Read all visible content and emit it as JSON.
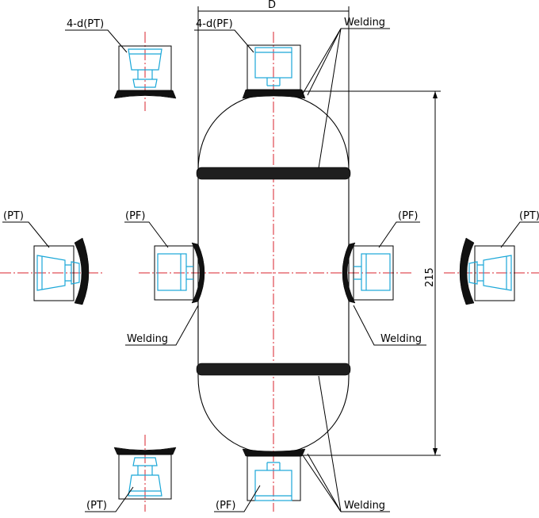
{
  "labels": {
    "top_left_fitting": "4-d(PT)",
    "top_center_fitting": "4-d(PF)",
    "welding_top": "Welding",
    "left_outer": "(PT)",
    "left_inner": "(PF)",
    "right_inner": "(PF)",
    "right_outer": "(PT)",
    "welding_left": "Welding",
    "welding_right": "Welding",
    "bottom_left": "(PT)",
    "bottom_center": "(PF)",
    "welding_bottom": "Welding",
    "height_dimension": "215",
    "top_dimension": "D"
  },
  "colors": {
    "line": "#000000",
    "fitting": "#1aa7d8",
    "centerline": "#d9232e",
    "weld": "#111111"
  }
}
